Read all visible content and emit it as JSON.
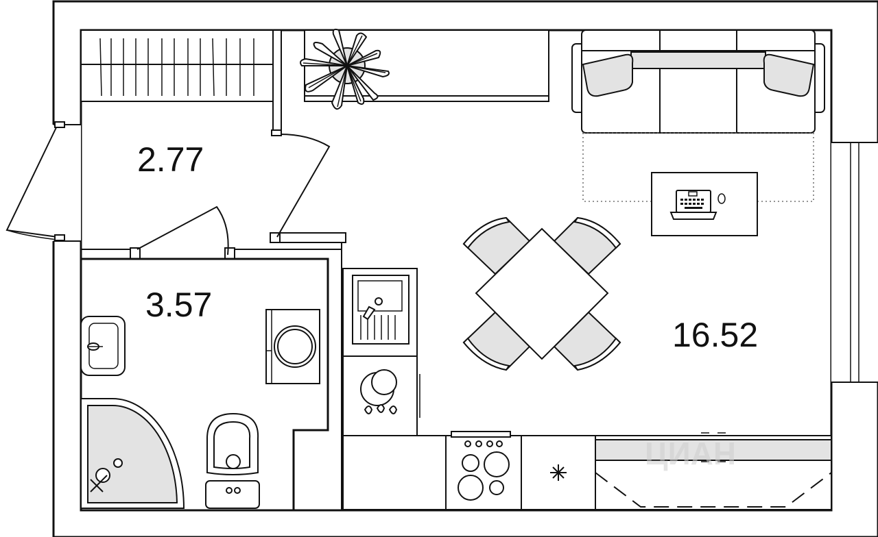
{
  "rooms": {
    "hallway_area": "2.77",
    "bathroom_area": "3.57",
    "living_area": "16.52"
  },
  "watermark": "ЦИАН",
  "colors": {
    "wall": "#111111",
    "background": "#ffffff",
    "furniture_fill": "#e3e3e3"
  }
}
